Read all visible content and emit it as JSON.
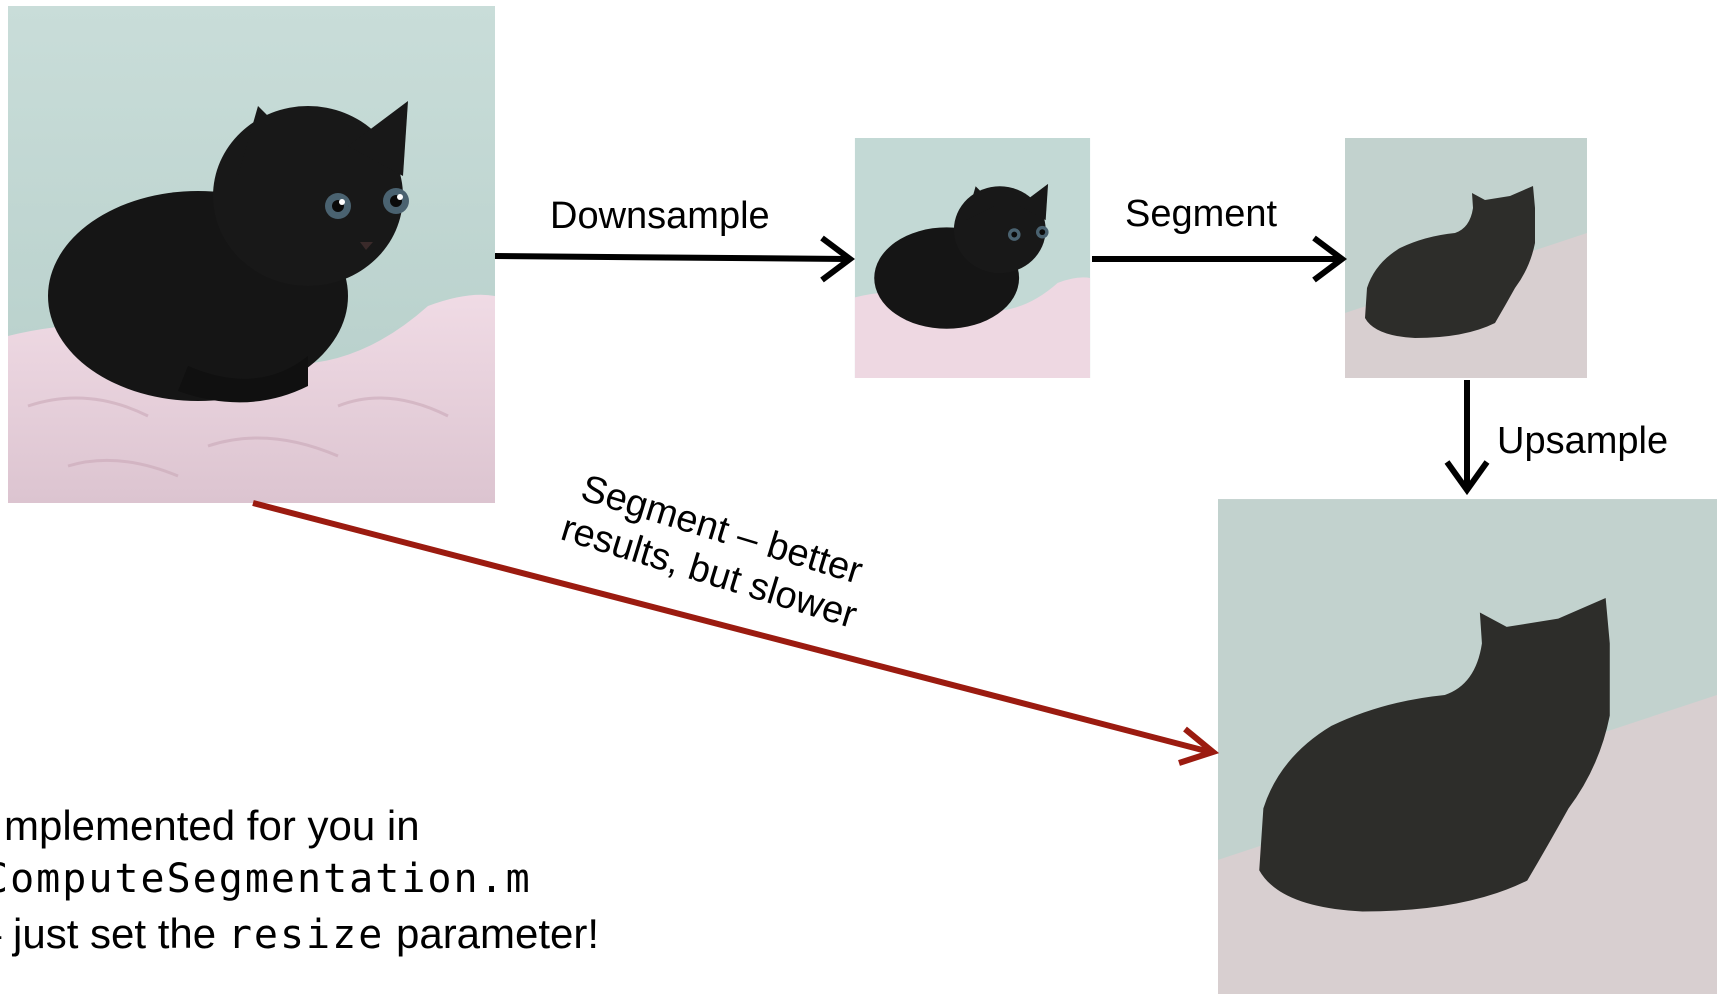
{
  "labels": {
    "downsample": "Downsample",
    "segment": "Segment",
    "upsample": "Upsample",
    "diagonal_line1": "Segment – better",
    "diagonal_line2": "results, but slower"
  },
  "note": {
    "line1": "mplemented for you in",
    "line2_code": "ComputeSegmentation.m",
    "line3_prefix": "– just set the ",
    "line3_code": "resize",
    "line3_suffix": " parameter!"
  },
  "colors": {
    "arrow_black": "#000000",
    "arrow_red": "#9b1b10",
    "wall": "#bfd8d3",
    "blanket": "#e8cfdc",
    "cat": "#141414",
    "seg_wall": "#c2d2ce",
    "seg_blanket": "#d8cfd0",
    "seg_cat": "#2d2d2a"
  },
  "icons": {
    "original": "kitten-photo",
    "small": "kitten-photo-small",
    "segmented_small": "segmentation-small",
    "segmented_large": "segmentation-large"
  }
}
